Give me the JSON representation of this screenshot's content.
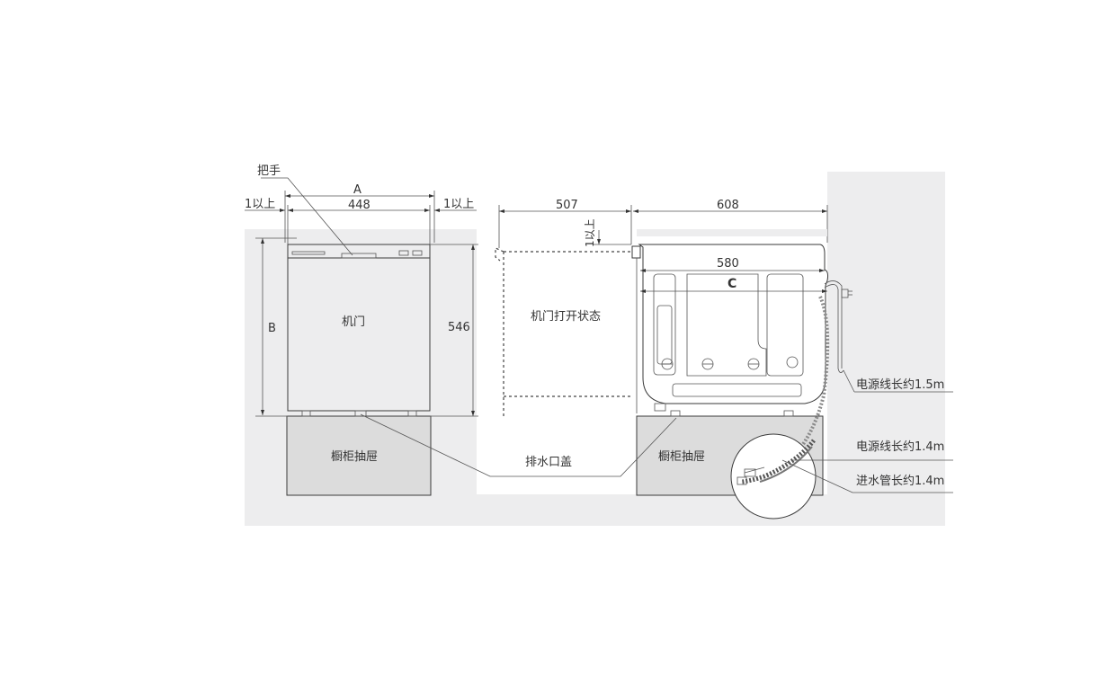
{
  "colors": {
    "background_area": "#ededee",
    "cabinet_drawer": "#dcdcdc",
    "line": "#3a3a3a",
    "text": "#333333"
  },
  "labels": {
    "handle": "把手",
    "clearance_left": "1以上",
    "clearance_right": "1以上",
    "clearance_top": "1以上",
    "dim_a": "A",
    "dim_448": "448",
    "dim_b": "B",
    "dim_546": "546",
    "dim_507": "507",
    "dim_608": "608",
    "dim_580": "580",
    "dim_c": "C",
    "door": "机门",
    "door_open": "机门打开状态",
    "drawer_left": "橱柜抽屉",
    "drawer_right": "橱柜抽屉",
    "drain_cover": "排水口盖",
    "power_cord_15": "电源线长约1.5m",
    "power_cord_14": "电源线长约1.4m",
    "inlet_hose_14": "进水管长约1.4m"
  }
}
